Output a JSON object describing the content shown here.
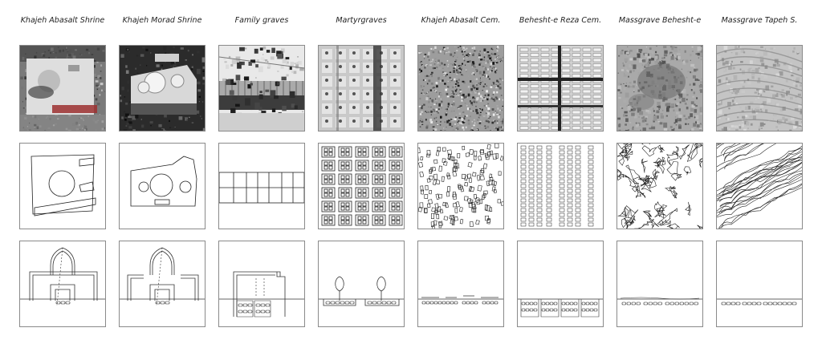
{
  "figure": {
    "columns": [
      {
        "label": "Khajeh Abasalt Shrine"
      },
      {
        "label": "Khajeh Morad Shrine"
      },
      {
        "label": "Family graves"
      },
      {
        "label": "Martyrgraves"
      },
      {
        "label": "Khajeh Abasalt Cem."
      },
      {
        "label": "Behesht-e Reza Cem."
      },
      {
        "label": "Massgrave Behesht-e"
      },
      {
        "label": "Massgrave Tapeh S."
      }
    ],
    "rows": [
      "aerial-photo",
      "plan-outline",
      "section-drawing"
    ]
  }
}
